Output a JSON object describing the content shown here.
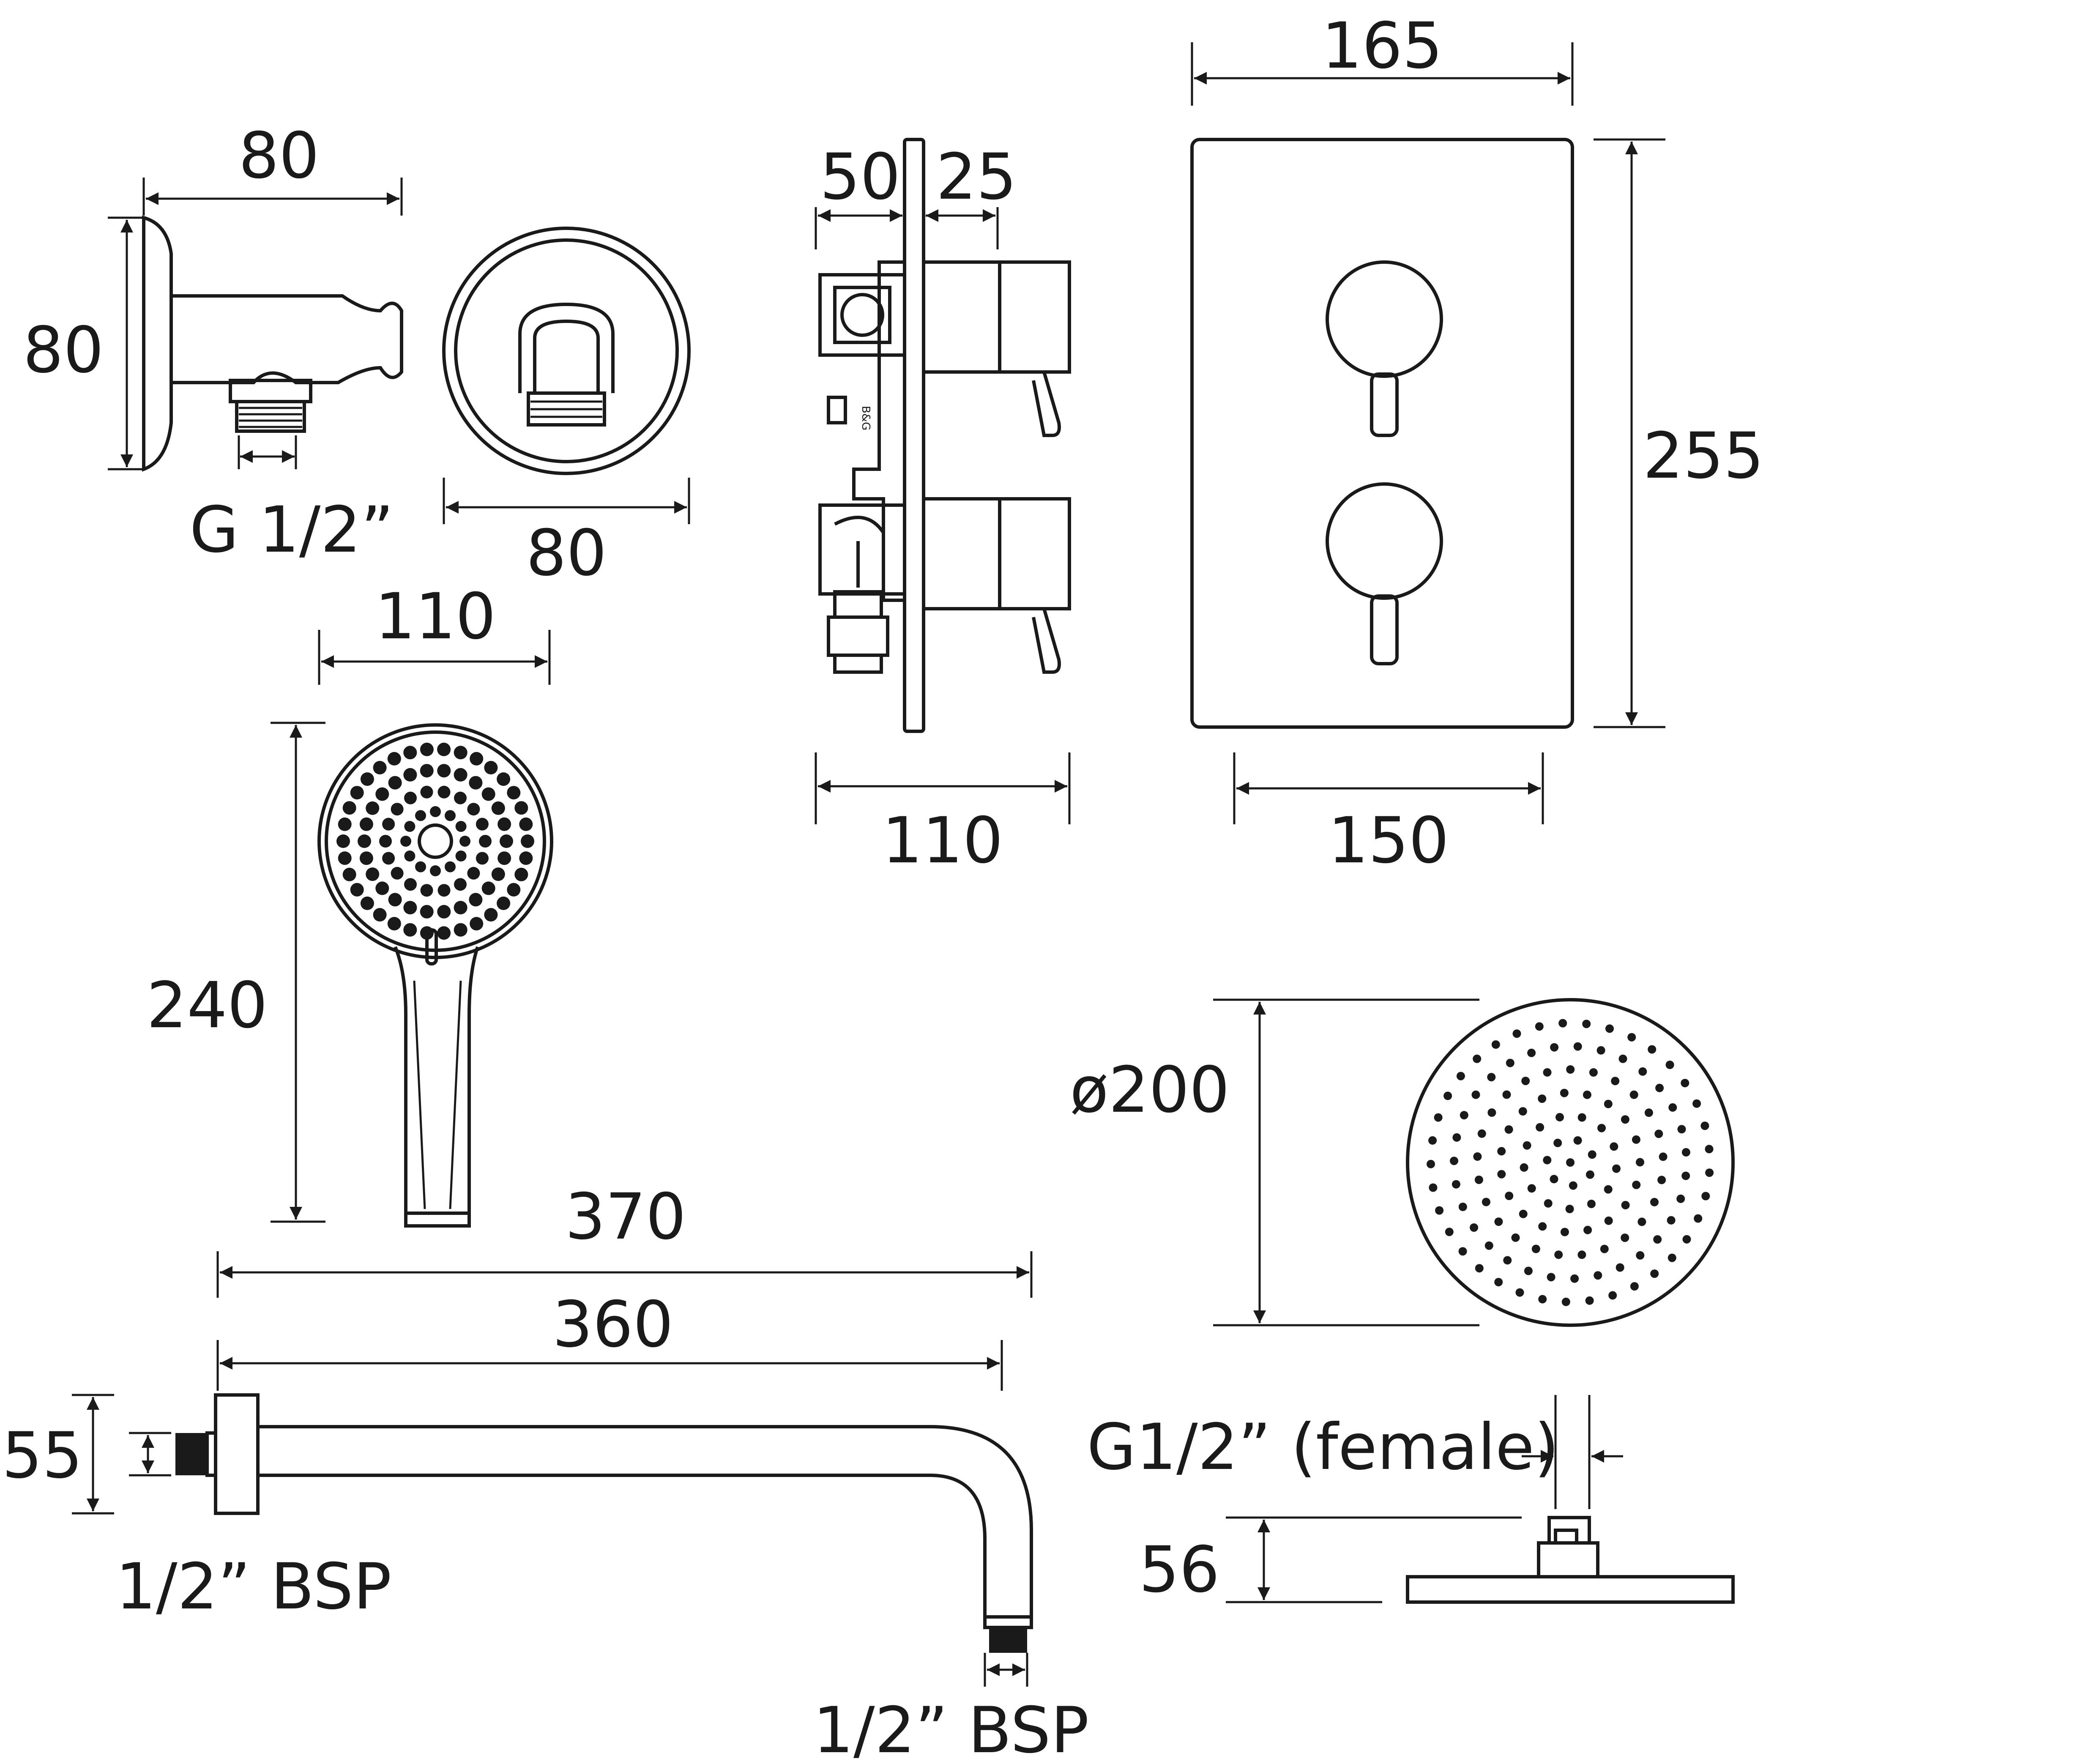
{
  "colors": {
    "ink": "#1a1a1a",
    "background": "#ffffff"
  },
  "wall_outlet": {
    "width_label": "80",
    "height_label": "80",
    "thread_label": "G 1/2”",
    "front_width_label": "80"
  },
  "valve": {
    "depth_behind_label": "50",
    "depth_front_label": "25",
    "total_depth_label": "110",
    "plate_height_label": "255",
    "plate_width_label": "165",
    "fixing_width_label": "150"
  },
  "handset": {
    "head_width_label": "110",
    "length_label": "240"
  },
  "arm": {
    "overall_length_label": "370",
    "projection_label": "360",
    "flange_label": "55",
    "wall_thread_label": "1/2” BSP",
    "outlet_thread_label": "1/2” BSP"
  },
  "overhead": {
    "diameter_label": "ø200",
    "inlet_label": "G1/2” (female)",
    "height_label": "56"
  }
}
